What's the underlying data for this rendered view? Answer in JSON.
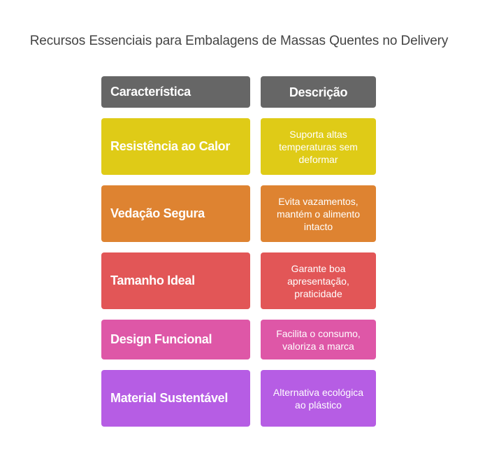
{
  "title": "Recursos Essenciais para Embalagens de Massas Quentes no Delivery",
  "table": {
    "headers": {
      "feature": "Característica",
      "description": "Descrição",
      "color": "#666666"
    },
    "rows": [
      {
        "feature": "Resistência ao Calor",
        "description": "Suporta altas temperaturas sem deformar",
        "color": "#DFCB17"
      },
      {
        "feature": "Vedação Segura",
        "description": "Evita vazamentos, mantém o alimento intacto",
        "color": "#DE8331"
      },
      {
        "feature": "Tamanho Ideal",
        "description": "Garante boa apresentação, praticidade",
        "color": "#E25657"
      },
      {
        "feature": "Design Funcional",
        "description": "Facilita o consumo, valoriza a marca",
        "color": "#DE57A7"
      },
      {
        "feature": "Material Sustentável",
        "description": "Alternativa ecológica ao plástico",
        "color": "#B65DE4"
      }
    ]
  }
}
